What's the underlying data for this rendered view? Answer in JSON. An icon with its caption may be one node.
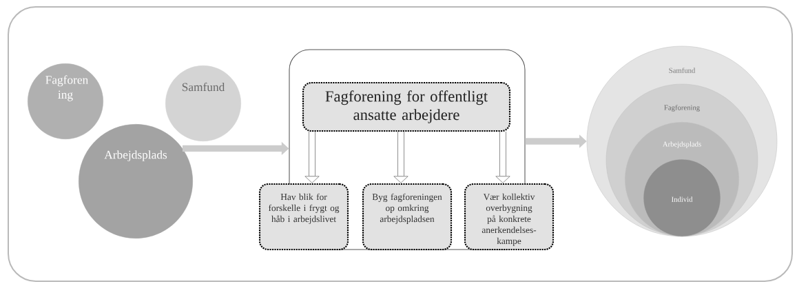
{
  "diagram": {
    "nodes": [
      {
        "text": [
          "Fagforen ing"
        ]
      },
      {
        "text": [
          "Samfund"
        ]
      },
      {
        "text": [
          "Arbejdsplads"
        ]
      },
      {
        "text": [],
        "shape": "box"
      },
      {
        "text": [
          "Fagforening for offentligt ansatte arbejdere"
        ],
        "in": 3
      },
      {
        "text": [
          "Hav blik for forskelle i frygt og håb i arbejdslivet"
        ]
      },
      {
        "text": [
          "Byg fagforeningen op omkring arbejdspladsen"
        ],
        "in": 3
      },
      {
        "text": [
          "Vær kollektiv overbygning på konkrete anerkendelses- kampe"
        ]
      },
      {
        "text": [
          "Samfund"
        ]
      },
      {
        "text": [
          "Fagforening"
        ],
        "in": 8
      },
      {
        "text": [
          "Arbejdsplads"
        ],
        "in": 9
      },
      {
        "text": [
          "Individ"
        ],
        "in": 10
      }
    ],
    "edges": [
      {
        "from": 2,
        "to": 3,
        "arrow": "to",
        "color": "#cccccc"
      },
      {
        "from": 4,
        "to": 5,
        "arrow": "to"
      },
      {
        "from": 4,
        "to": 6,
        "arrow": "to"
      },
      {
        "from": 4,
        "to": 7,
        "arrow": "to"
      },
      {
        "from": 3,
        "to": 8,
        "arrow": "to",
        "color": "#cccccc"
      }
    ]
  }
}
